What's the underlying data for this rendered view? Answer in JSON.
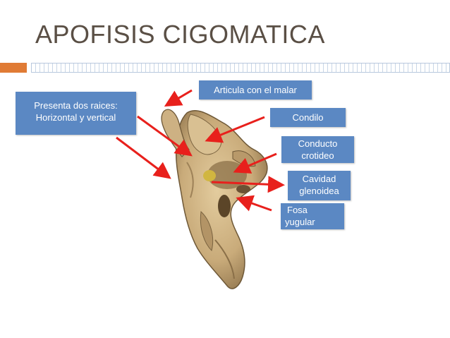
{
  "slide": {
    "title": "APOFISIS CIGOMATICA"
  },
  "labels": {
    "articula": "Articula con el malar",
    "raices_line1": "Presenta dos raices:",
    "raices_line2": "Horizontal y vertical",
    "condilo": "Condilo",
    "conducto_line1": "Conducto",
    "conducto_line2": "crotideo",
    "cavidad_line1": "Cavidad",
    "cavidad_line2": "glenoidea",
    "fosa_line1": "Fosa",
    "fosa_line2": "yugular"
  },
  "colors": {
    "title": "#5a4f45",
    "accent_orange": "#e07b35",
    "label_fill": "#5b88c3",
    "arrow": "#e8201c",
    "bone": "#c9ab7a"
  }
}
